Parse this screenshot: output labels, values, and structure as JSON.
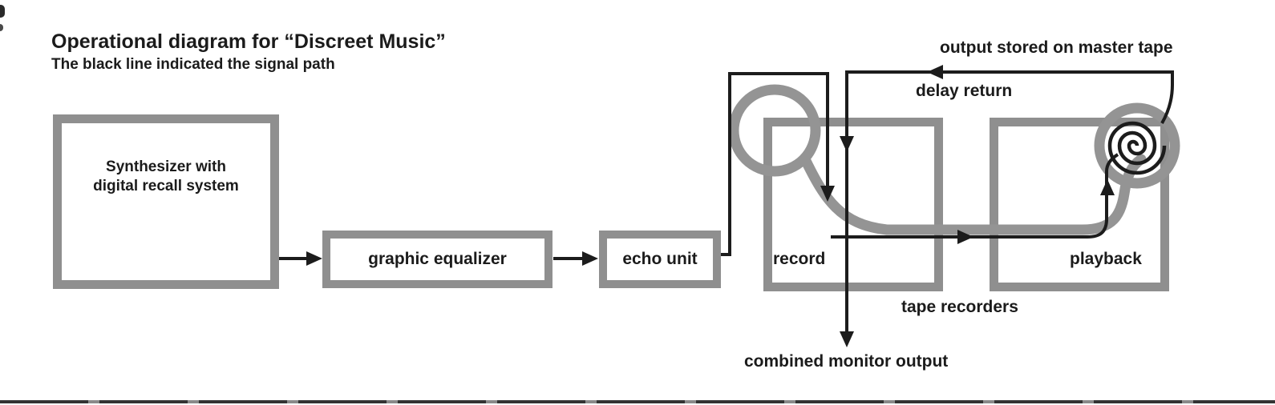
{
  "title": "Operational diagram for “Discreet Music”",
  "subtitle": "The black line indicated the signal path",
  "nodes": {
    "synthesizer": "Synthesizer with\ndigital recall system",
    "equalizer": "graphic equalizer",
    "echo_unit": "echo unit",
    "record": "record",
    "playback": "playback"
  },
  "annotations": {
    "master_tape": "output stored on master tape",
    "delay_return": "delay return",
    "tape_recorders": "tape recorders",
    "monitor_output": "combined monitor output"
  },
  "colors": {
    "bg": "#ffffff",
    "box_gray": "#8f8f8f",
    "tape_gray": "#949494",
    "signal": "#1c1c1c",
    "text": "#1b1b1b"
  }
}
